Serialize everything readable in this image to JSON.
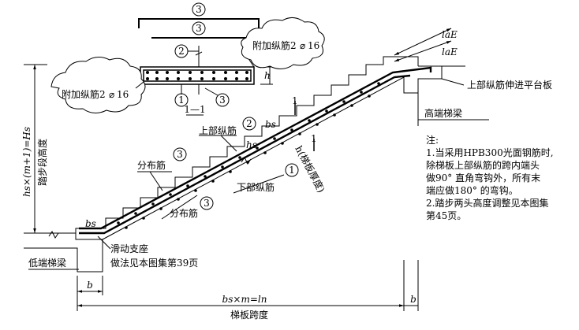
{
  "labels": {
    "extra_bars_top": "附加纵筋2",
    "extra_bars_left": "附加纵筋2",
    "extra_bars_spec": "16",
    "bar_grade_symbol": "⌀",
    "upper_bar_extends": "上部纵筋伸进平台板",
    "high_end_beam": "高端梯梁",
    "low_end_beam": "低端梯梁",
    "sliding_support": "滑动支座",
    "sliding_support_ref": "做法见本图集第39页",
    "upper_bar": "上部纵筋",
    "lower_bar": "下部纵筋",
    "dist_bar_1": "分布筋",
    "dist_bar_2": "分布筋",
    "slab_thickness": "h(梯板厚度)",
    "section_name": "1—1",
    "section_mark": "1",
    "flight_height": "踏步段高度",
    "span_label": "梯板跨度",
    "hs_formula": "hs×(m+1)=Hs",
    "bs_formula": "bs×m=ln",
    "laE": "laE",
    "b": "b",
    "h": "h",
    "bs": "bs",
    "hs": "hs"
  },
  "circles": {
    "one": "1",
    "two": "2",
    "three": "3"
  },
  "notes": {
    "title": "注:",
    "items": [
      "1.当采用HPB300光面钢筋时,",
      "   除梯板上部纵筋的跨内端头",
      "   做90° 直角弯钩外，所有末",
      "   端应做180° 的弯钩。",
      "2.踏步两头高度调整见本图集",
      "   第45页。"
    ]
  }
}
